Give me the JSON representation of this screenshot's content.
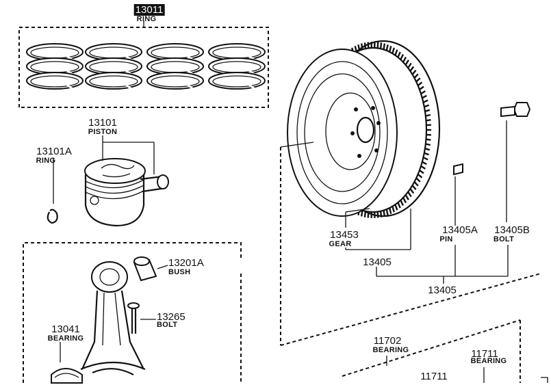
{
  "labels": {
    "ring_set": {
      "number": "13011",
      "name": "RING"
    },
    "piston": {
      "number": "13101",
      "name": "PISTON"
    },
    "piston_ring": {
      "number": "13101A",
      "name": "RING"
    },
    "bush": {
      "number": "13201A",
      "name": "BUSH"
    },
    "rod_bolt": {
      "number": "13265",
      "name": "BOLT"
    },
    "bearing": {
      "number": "13041",
      "name": "BEARING"
    },
    "gear": {
      "number": "13453",
      "name": "GEAR"
    },
    "flywheel_sub": {
      "number": "13405"
    },
    "pin": {
      "number": "13405A",
      "name": "PIN"
    },
    "flywheel_bolt": {
      "number": "13405B",
      "name": "BOLT"
    },
    "flywheel_assy": {
      "number": "13405"
    },
    "main_bearing": {
      "number": "11702",
      "name": "BEARING"
    },
    "thrust_bearing": {
      "number": "11711",
      "name": "BEARING"
    },
    "lower_bearing": {
      "number": "11711"
    }
  }
}
